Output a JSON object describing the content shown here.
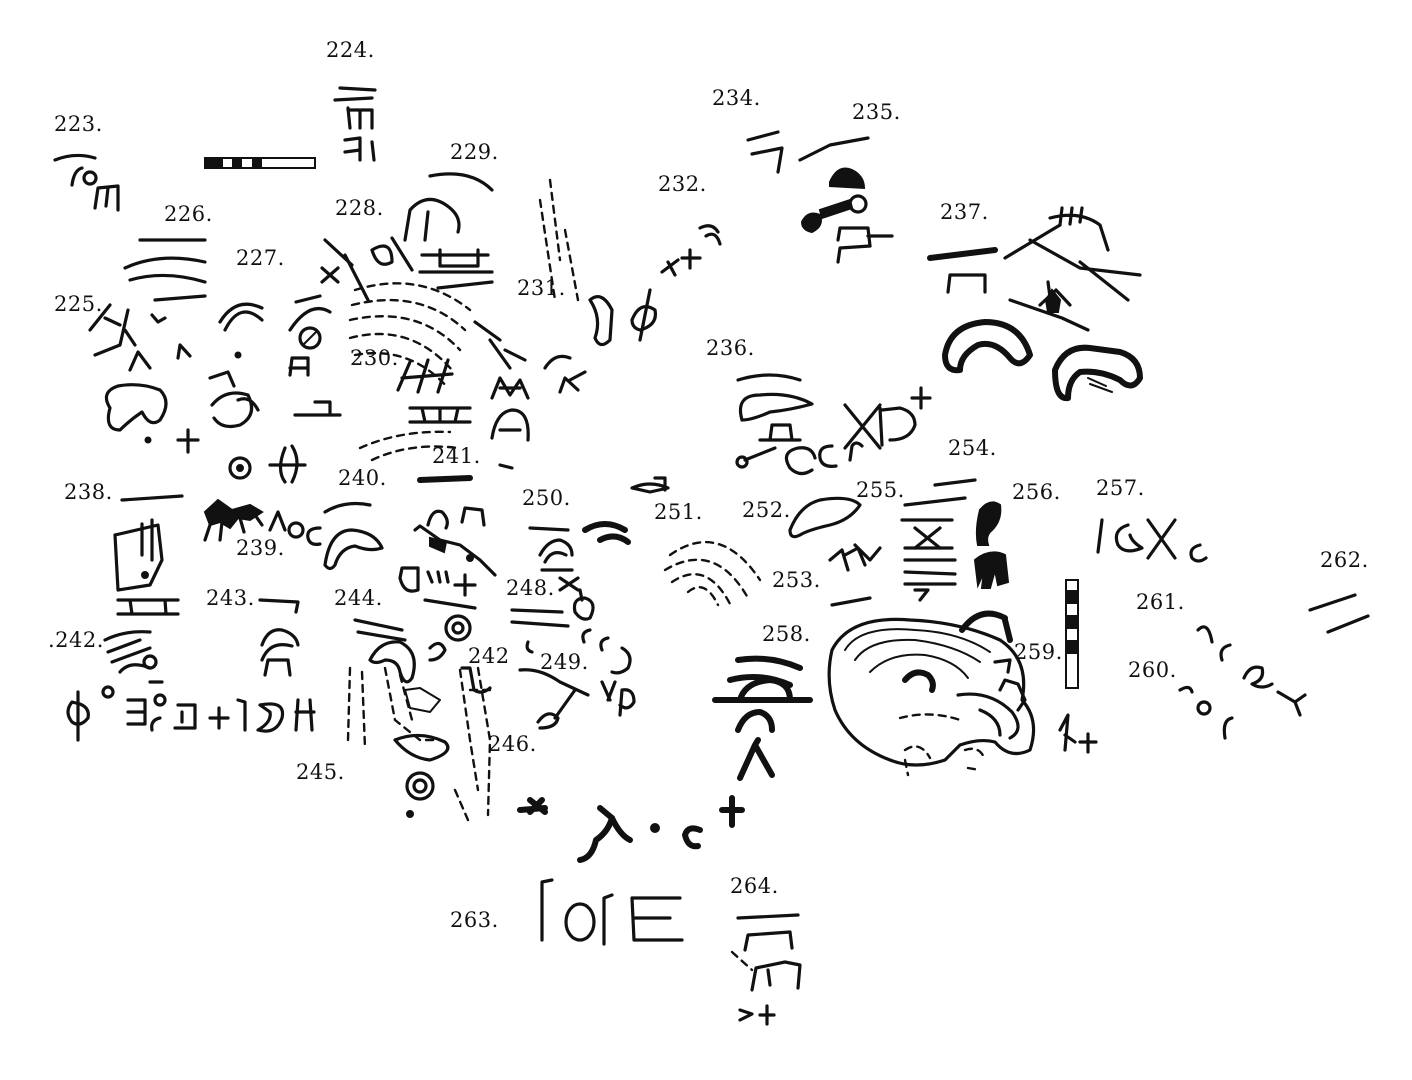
{
  "figure_labels": [
    {
      "id": "223",
      "text": "223."
    },
    {
      "id": "224",
      "text": "224."
    },
    {
      "id": "225",
      "text": "225."
    },
    {
      "id": "226",
      "text": "226."
    },
    {
      "id": "227",
      "text": "227."
    },
    {
      "id": "228",
      "text": "228."
    },
    {
      "id": "229",
      "text": "229."
    },
    {
      "id": "230",
      "text": "230."
    },
    {
      "id": "231",
      "text": "231."
    },
    {
      "id": "232",
      "text": "232."
    },
    {
      "id": "234",
      "text": "234."
    },
    {
      "id": "235",
      "text": "235."
    },
    {
      "id": "236",
      "text": "236."
    },
    {
      "id": "237",
      "text": "237."
    },
    {
      "id": "238",
      "text": "238."
    },
    {
      "id": "239",
      "text": "239."
    },
    {
      "id": "240",
      "text": "240."
    },
    {
      "id": "241",
      "text": "241."
    },
    {
      "id": "242a",
      "text": ".242."
    },
    {
      "id": "242b",
      "text": "242"
    },
    {
      "id": "243",
      "text": "243."
    },
    {
      "id": "244",
      "text": "244."
    },
    {
      "id": "245",
      "text": "245."
    },
    {
      "id": "246",
      "text": "246."
    },
    {
      "id": "248",
      "text": "248."
    },
    {
      "id": "249",
      "text": "249."
    },
    {
      "id": "250",
      "text": "250."
    },
    {
      "id": "251",
      "text": "251."
    },
    {
      "id": "252",
      "text": "252."
    },
    {
      "id": "253",
      "text": "253."
    },
    {
      "id": "254",
      "text": "254."
    },
    {
      "id": "255",
      "text": "255."
    },
    {
      "id": "256",
      "text": "256."
    },
    {
      "id": "257",
      "text": "257."
    },
    {
      "id": "258",
      "text": "258."
    },
    {
      "id": "259",
      "text": "259."
    },
    {
      "id": "260",
      "text": "260."
    },
    {
      "id": "261",
      "text": "261."
    },
    {
      "id": "262",
      "text": "262."
    },
    {
      "id": "263",
      "text": "263."
    },
    {
      "id": "264",
      "text": "264."
    }
  ],
  "colors": {
    "ink": "#111111",
    "background": "#ffffff"
  }
}
